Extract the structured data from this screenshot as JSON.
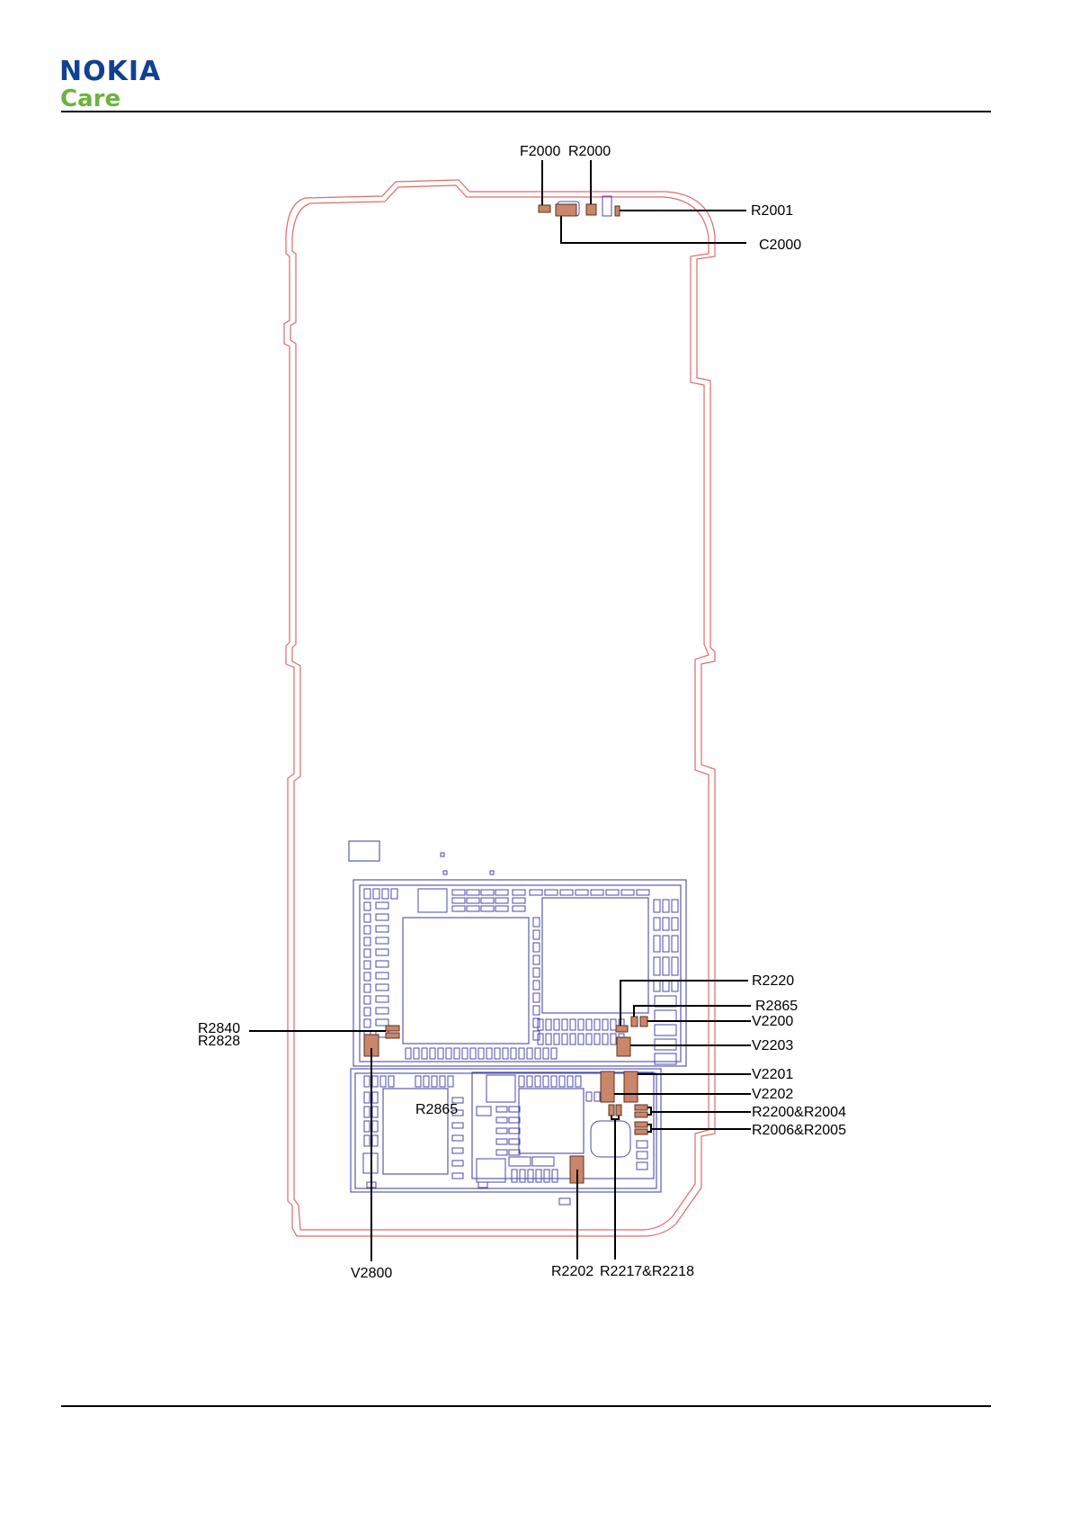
{
  "header": {
    "brand": "NOKIA",
    "sub_brand": "Care"
  },
  "colors": {
    "brand_blue": "#124191",
    "brand_green": "#6cb33e",
    "board_outline": "#e06a6a",
    "shield_lines": "#4a4aa8",
    "component_pad": "#c9866a"
  },
  "diagram": {
    "labels": {
      "f2000": "F2000",
      "r2000": "R2000",
      "r2001": "R2001",
      "c2000": "C2000",
      "r2220": "R2220",
      "r2865_right": "R2865",
      "v2200": "V2200",
      "v2203": "V2203",
      "v2201": "V2201",
      "v2202": "V2202",
      "r2200_r2004": "R2200&R2004",
      "r2006_r2005": "R2006&R2005",
      "r2840": "R2840",
      "r2828": "R2828",
      "r2865_inner": "R2865",
      "v2800": "V2800",
      "r2202": "R2202",
      "r2217_r2218": "R2217&R2218"
    }
  }
}
